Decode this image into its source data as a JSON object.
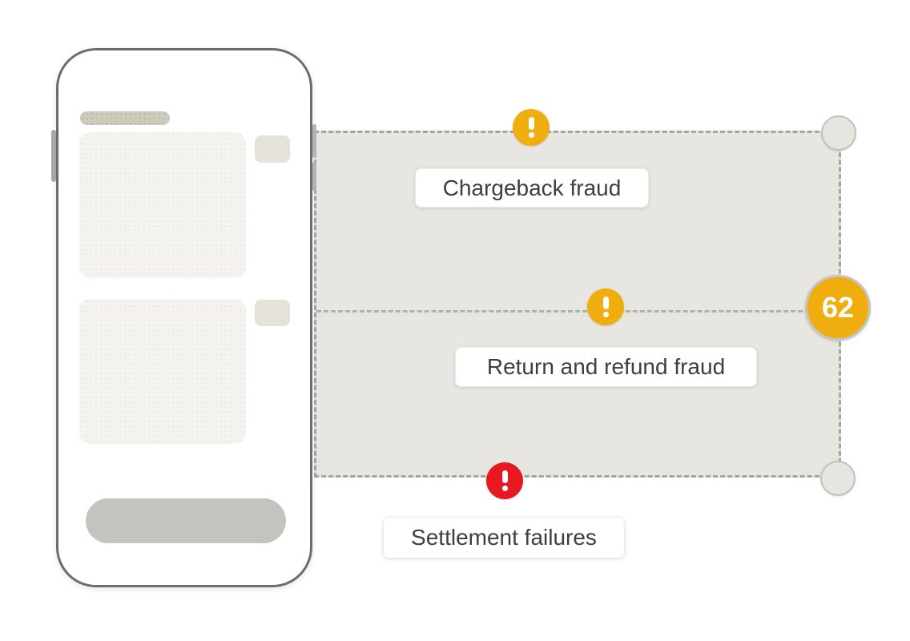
{
  "illustration": {
    "background": "#ffffff",
    "panel_background": "#e8e6e1"
  },
  "annotations": [
    {
      "label": "Chargeback fraud",
      "severity": "warning",
      "icon": "exclamation-icon",
      "color": "#efae0d"
    },
    {
      "label": "Return and refund fraud",
      "severity": "warning",
      "icon": "exclamation-icon",
      "color": "#efae0d"
    },
    {
      "label": "Settlement failures",
      "severity": "critical",
      "icon": "exclamation-icon",
      "color": "#e81822"
    }
  ],
  "selection": {
    "badge_value": "62",
    "badge_color": "#efae0d"
  },
  "colors": {
    "warning_yellow": "#efae0d",
    "critical_red": "#e81822",
    "label_text": "#3c4043",
    "dash_gray": "#a6a49f"
  }
}
